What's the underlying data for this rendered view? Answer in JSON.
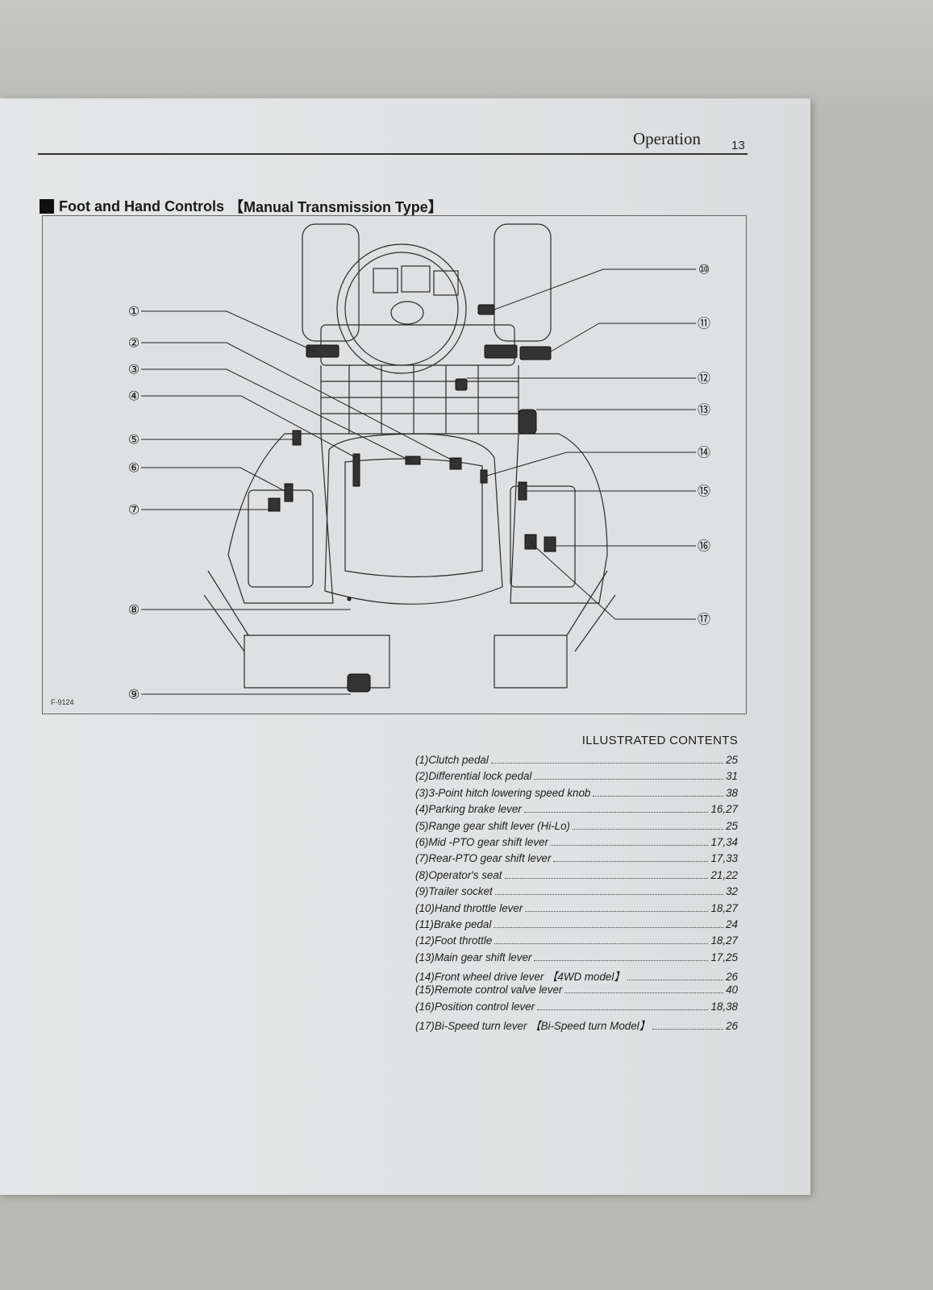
{
  "header": {
    "section": "Operation",
    "page_number": "13"
  },
  "heading": {
    "title": "Foot and Hand Controls",
    "subtitle": "【Manual Transmission Type】"
  },
  "figure": {
    "code": "F-9124",
    "callouts": [
      "①",
      "②",
      "③",
      "④",
      "⑤",
      "⑥",
      "⑦",
      "⑧",
      "⑨",
      "⑩",
      "⑪",
      "⑫",
      "⑬",
      "⑭",
      "⑮",
      "⑯",
      "⑰"
    ]
  },
  "contents": {
    "title": "ILLUSTRATED CONTENTS",
    "items": [
      {
        "num": "(1)",
        "label": "Clutch pedal",
        "pages": "25"
      },
      {
        "num": "(2)",
        "label": "Differential lock pedal",
        "pages": "31"
      },
      {
        "num": "(3)",
        "label": "3-Point hitch lowering speed knob",
        "pages": "38"
      },
      {
        "num": "(4)",
        "label": "Parking brake lever",
        "pages": "16,27"
      },
      {
        "num": "(5)",
        "label": "Range gear shift lever (Hi-Lo)",
        "pages": "25"
      },
      {
        "num": "(6)",
        "label": "Mid -PTO gear shift lever",
        "pages": "17,34"
      },
      {
        "num": "(7)",
        "label": "Rear-PTO gear shift lever",
        "pages": "17,33"
      },
      {
        "num": "(8)",
        "label": "Operator's seat",
        "pages": "21,22"
      },
      {
        "num": "(9)",
        "label": "Trailer socket",
        "pages": "32"
      },
      {
        "num": "(10)",
        "label": "Hand throttle lever",
        "pages": "18,27"
      },
      {
        "num": "(11)",
        "label": "Brake pedal",
        "pages": "24"
      },
      {
        "num": "(12)",
        "label": "Foot throttle",
        "pages": "18,27"
      },
      {
        "num": "(13)",
        "label": "Main gear shift lever",
        "pages": "17,25"
      },
      {
        "num": "(14)",
        "label": "Front wheel drive lever 【4WD model】",
        "pages": "26"
      },
      {
        "num": "(15)",
        "label": "Remote control valve lever",
        "pages": "40"
      },
      {
        "num": "(16)",
        "label": "Position control lever",
        "pages": "18,38"
      },
      {
        "num": "(17)",
        "label": "Bi-Speed turn lever 【Bi-Speed turn Model】",
        "pages": "26"
      }
    ]
  }
}
